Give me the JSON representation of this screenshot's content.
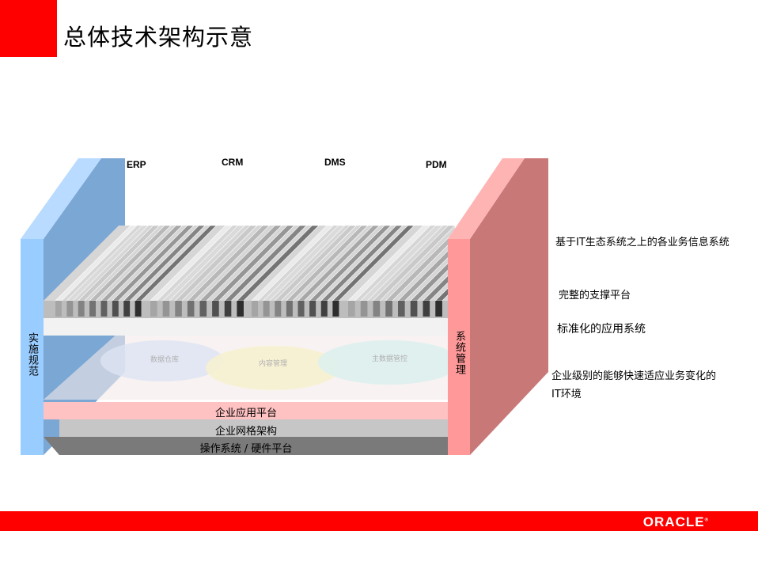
{
  "title": "总体技术架构示意",
  "apps": [
    "ERP",
    "CRM",
    "DMS",
    "PDM"
  ],
  "left_pillar": "实施规范",
  "right_pillar": "系统管理",
  "ovals": [
    "数据仓库",
    "内容管理",
    "主数据管控"
  ],
  "layers": [
    "企业应用平台",
    "企业网格架构",
    "操作系统 / 硬件平台"
  ],
  "notes": {
    "n1": "基于IT生态系统之上的各业务信息系统",
    "n2": "完整的支撑平台",
    "n3": "标准化的应用系统",
    "n4_line1": "企业级别的能够快速适应业务变化的",
    "n4_line2": "IT环境"
  },
  "logo": "ORACLE",
  "colors": {
    "accent": "#ff0000",
    "left_pillar": "#99ccff",
    "right_pillar": "#ff9999"
  }
}
